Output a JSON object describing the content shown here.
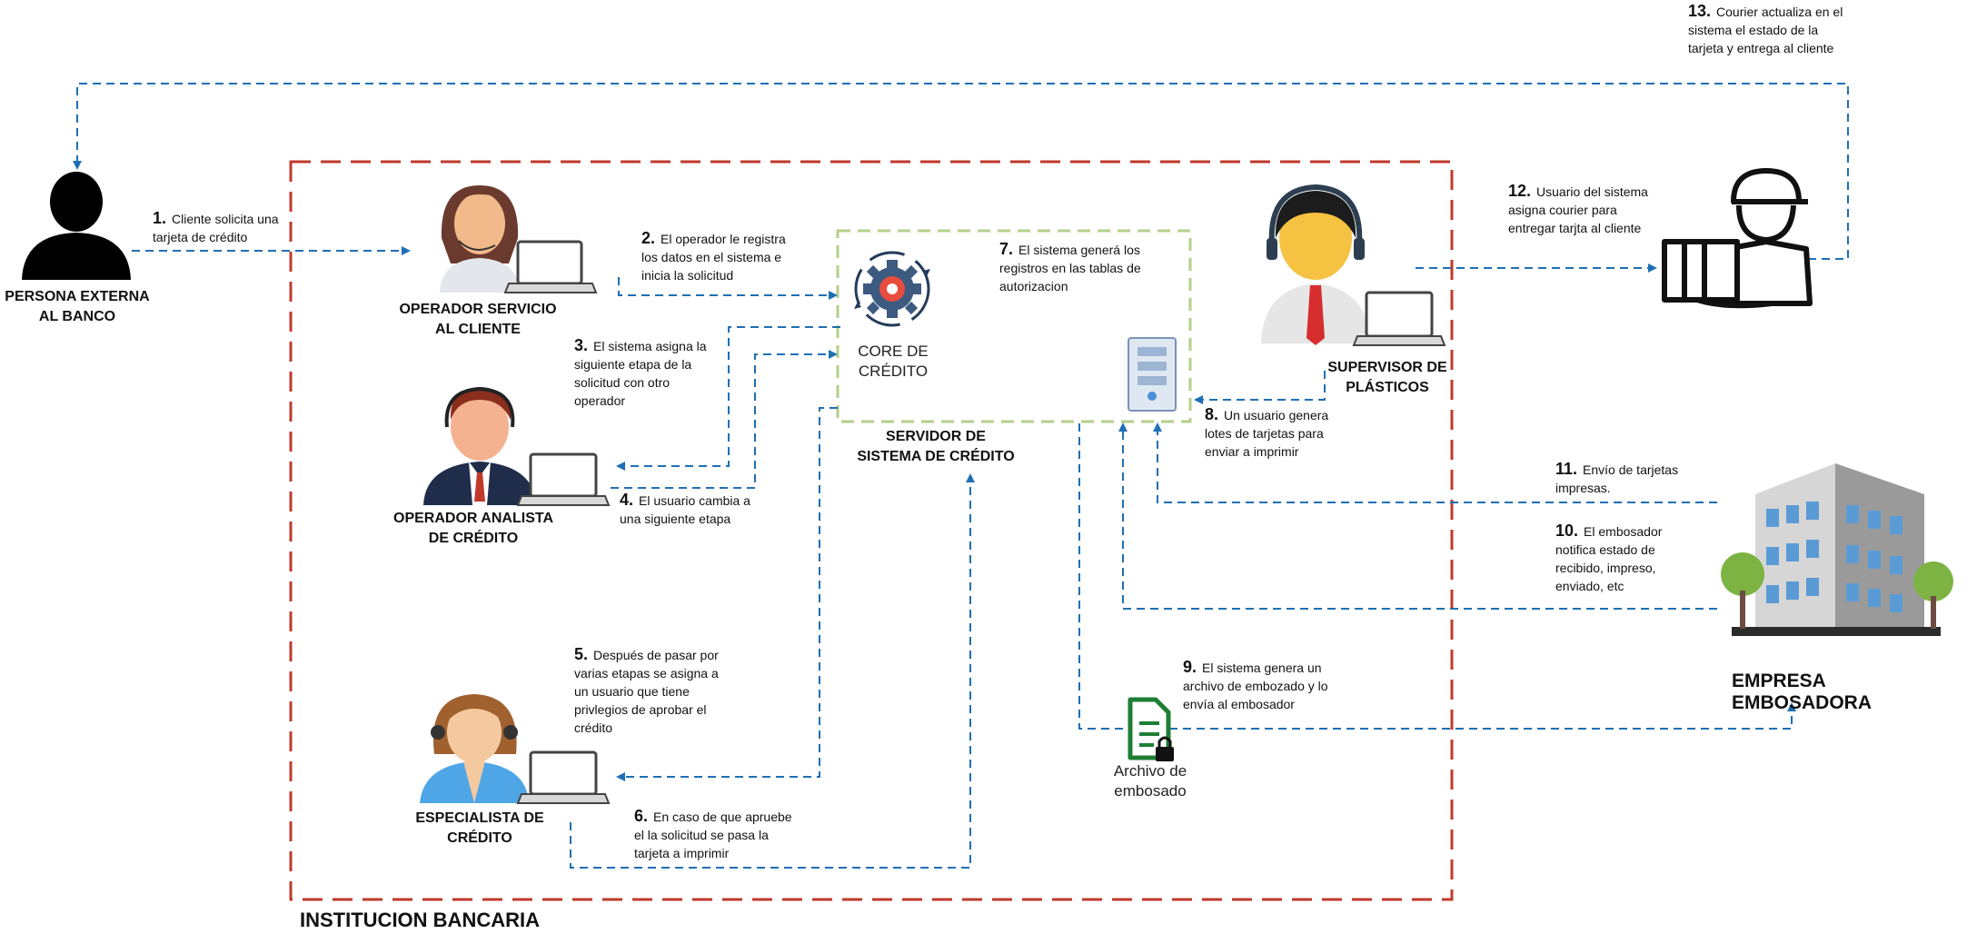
{
  "actors": {
    "persona": "PERSONA EXTERNA AL BANCO",
    "operador_servicio": "OPERADOR SERVICIO AL CLIENTE",
    "operador_analista": "OPERADOR ANALISTA DE CRÉDITO",
    "especialista": "ESPECIALISTA DE CRÉDITO",
    "supervisor": "SUPERVISOR DE PLÁSTICOS",
    "servidor": "SERVIDOR DE SISTEMA DE CRÉDITO",
    "empresa": "EMPRESA EMBOSADORA"
  },
  "institution_label": "INSTITUCION BANCARIA",
  "core_label": "CORE DE CRÉDITO",
  "archivo_label": "Archivo de embosado",
  "steps": [
    {
      "num": "1.",
      "text": "Cliente solicita una tarjeta de crédito"
    },
    {
      "num": "2.",
      "text": "El operador le registra los datos en el sistema e inicia la solicitud"
    },
    {
      "num": "3.",
      "text": "El sistema asigna la siguiente etapa de la solicitud con otro operador"
    },
    {
      "num": "4.",
      "text": "El usuario cambia a una siguiente etapa"
    },
    {
      "num": "5.",
      "text": "Después de pasar por varias etapas se asigna a un usuario que tiene privlegios de aprobar el crédito"
    },
    {
      "num": "6.",
      "text": "En caso de que apruebe el la solicitud se pasa la tarjeta a imprimir"
    },
    {
      "num": "7.",
      "text": "El sistema generá los registros en las tablas de autorizacion"
    },
    {
      "num": "8.",
      "text": "Un usuario genera lotes de tarjetas para enviar a imprimir"
    },
    {
      "num": "9.",
      "text": "El sistema genera un archivo de embozado y lo envía al embosador"
    },
    {
      "num": "10.",
      "text": "El embosador notifica estado de recibido, impreso, enviado, etc"
    },
    {
      "num": "11.",
      "text": "Envío de tarjetas impresas."
    },
    {
      "num": "12.",
      "text": "Usuario del sistema asigna courier para entregar tarjta al cliente"
    },
    {
      "num": "13.",
      "text": "Courier actualiza en el sistema el estado de la tarjeta y entrega al cliente"
    }
  ],
  "colors": {
    "flow_arrow": "#1f6fb5",
    "institution_border": "#c0392b",
    "server_border": "#b5cf8b",
    "file_icon": "#1e7e34"
  },
  "icons": [
    "person-silhouette-icon",
    "female-operator-icon",
    "male-operator-icon",
    "female-specialist-icon",
    "supervisor-icon",
    "gear-icon",
    "server-tower-icon",
    "courier-icon",
    "building-icon",
    "document-lock-icon",
    "laptop-icon"
  ]
}
